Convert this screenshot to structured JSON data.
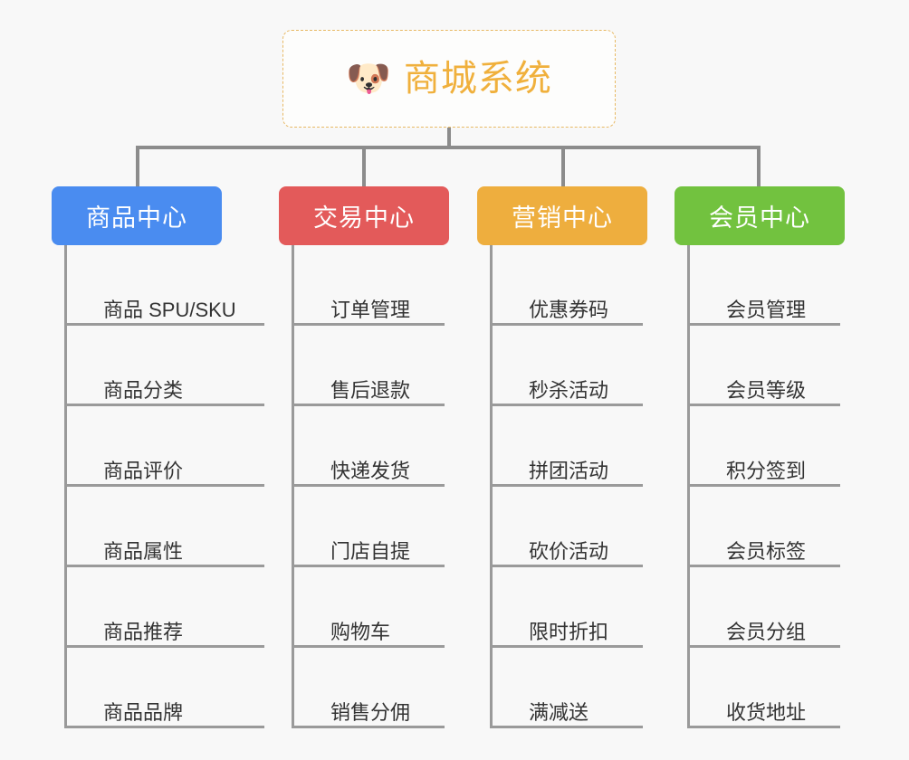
{
  "root": {
    "icon": "shiba-dog-emoji",
    "icon_glyph": "🐶",
    "title": "商城系统",
    "title_color": "#f0b03c",
    "border_color": "#e8b964"
  },
  "line_color": "#8c8c8c",
  "branches": [
    {
      "label": "商品中心",
      "color": "#4a8cf0",
      "leaves": [
        "商品 SPU/SKU",
        "商品分类",
        "商品评价",
        "商品属性",
        "商品推荐",
        "商品品牌"
      ]
    },
    {
      "label": "交易中心",
      "color": "#e35a5a",
      "leaves": [
        "订单管理",
        "售后退款",
        "快递发货",
        "门店自提",
        "购物车",
        "销售分佣"
      ]
    },
    {
      "label": "营销中心",
      "color": "#eeae3e",
      "leaves": [
        "优惠券码",
        "秒杀活动",
        "拼团活动",
        "砍价活动",
        "限时折扣",
        "满减送"
      ]
    },
    {
      "label": "会员中心",
      "color": "#72c23f",
      "leaves": [
        "会员管理",
        "会员等级",
        "积分签到",
        "会员标签",
        "会员分组",
        "收货地址"
      ]
    }
  ]
}
